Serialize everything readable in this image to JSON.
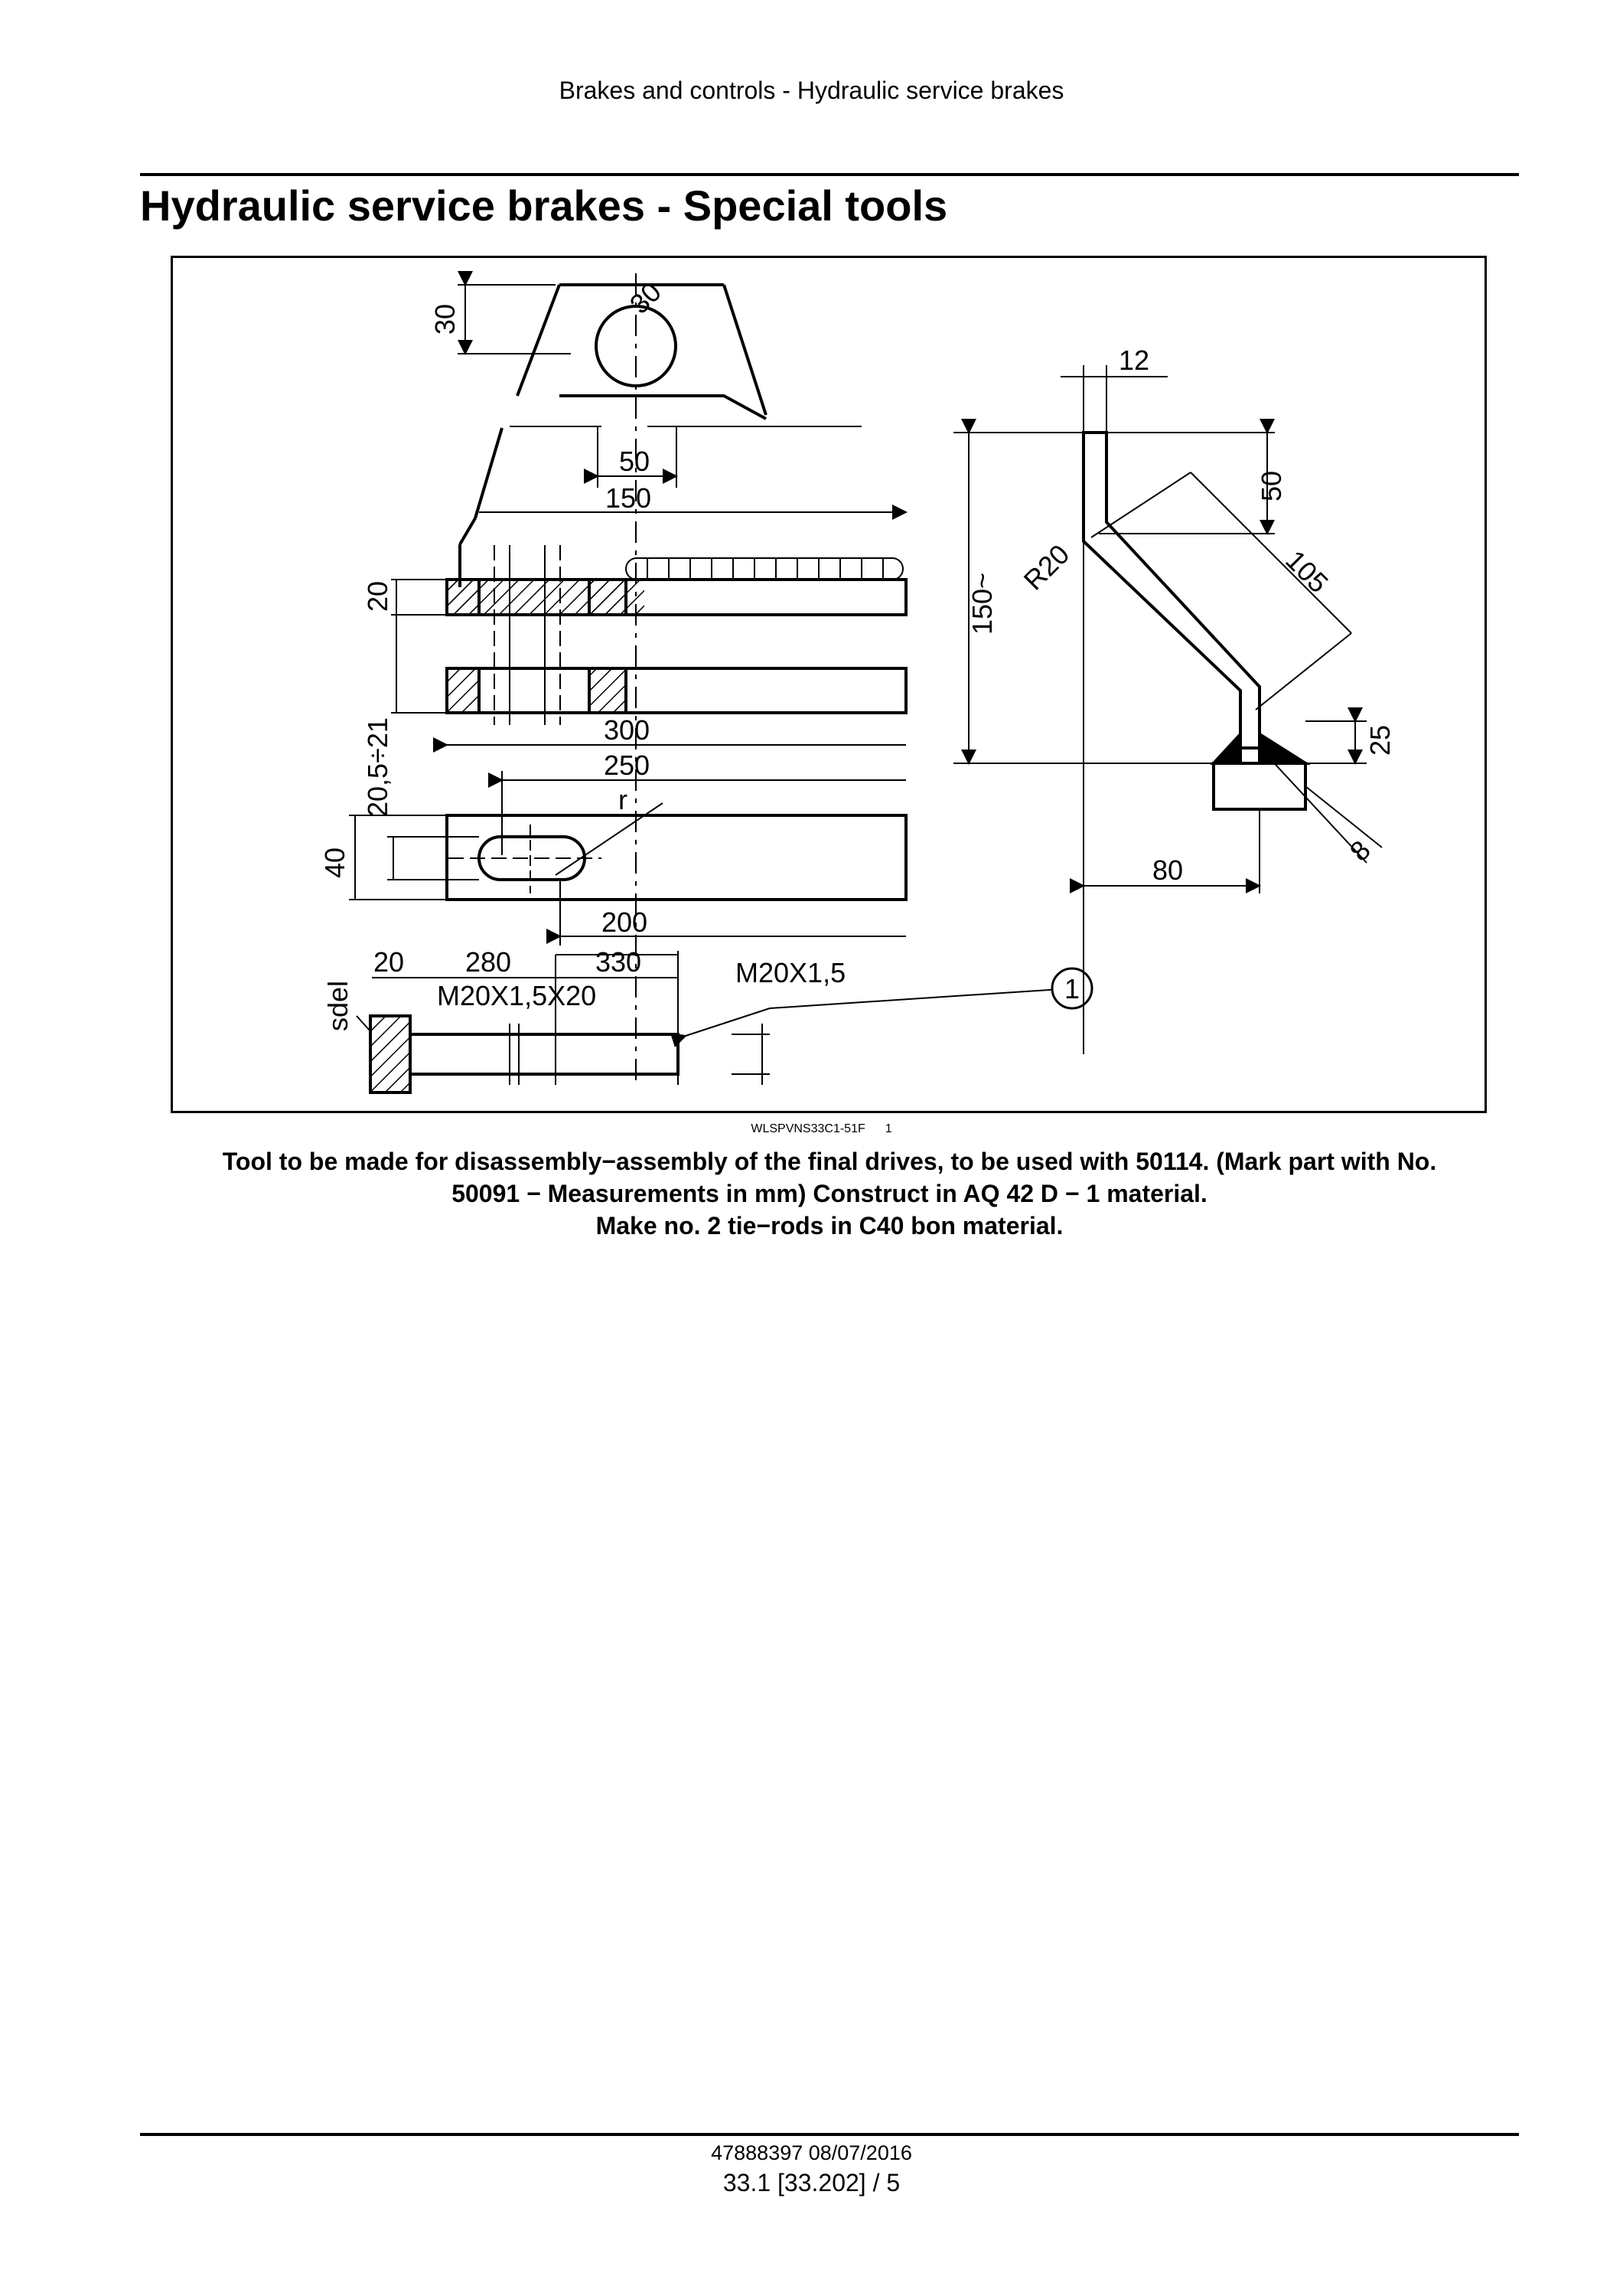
{
  "header": {
    "running_title": "Brakes and controls - Hydraulic service brakes"
  },
  "page_title": "Hydraulic service brakes - Special tools",
  "figure": {
    "reference_code": "WLSPVNS33C1-51F",
    "reference_number": "1",
    "callout": "1",
    "labels": {
      "d30_height": "30",
      "d30_dia": "30",
      "d50": "50",
      "d150": "150",
      "d20": "20",
      "d20_5_21": "20,5÷21",
      "d300": "300",
      "d250": "250",
      "d40": "40",
      "r": "r",
      "d200": "200",
      "sdel": "sdel",
      "b20": "20",
      "b280": "280",
      "b330": "330",
      "m20x15x20": "M20X1,5X20",
      "m20x15": "M20X1,5",
      "h12": "12",
      "h50": "50",
      "r20": "R20",
      "h105": "105",
      "h150": "150~",
      "h25": "25",
      "h8": "8",
      "h80": "80"
    }
  },
  "caption": {
    "line1": "Tool to be made for disassembly−assembly of the final drives, to be used with 50114. (Mark part with No.",
    "line2": "50091 − Measurements in mm) Construct in AQ 42 D − 1 material.",
    "line3": "Make no.  2 tie−rods in C40 bon material."
  },
  "footer": {
    "doc_code": "47888397 08/07/2016",
    "page_ref": "33.1 [33.202] / 5"
  }
}
